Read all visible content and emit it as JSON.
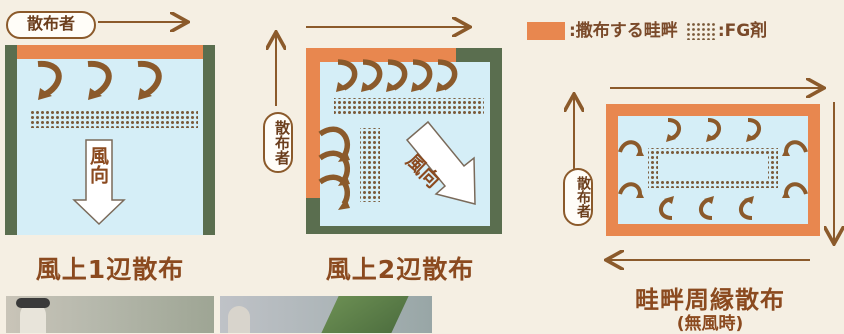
{
  "labels": {
    "spreader_h": "散布者",
    "spreader_v": "散布者",
    "wind": "風向",
    "wind2": "風向"
  },
  "legend": {
    "spread_bund": ":撒布する畦畔",
    "fg": ":FG剤"
  },
  "captions": {
    "one_side": "風上1辺散布",
    "two_side": "風上2辺散布",
    "perimeter": "畦畔周縁散布",
    "perimeter_sub": "(無風時)"
  },
  "colors": {
    "bund": "#e8874f",
    "field": "#d5eef7",
    "border": "#5a6e4f",
    "arrow": "#8b5a2b",
    "dots": "#7a5a3a"
  }
}
